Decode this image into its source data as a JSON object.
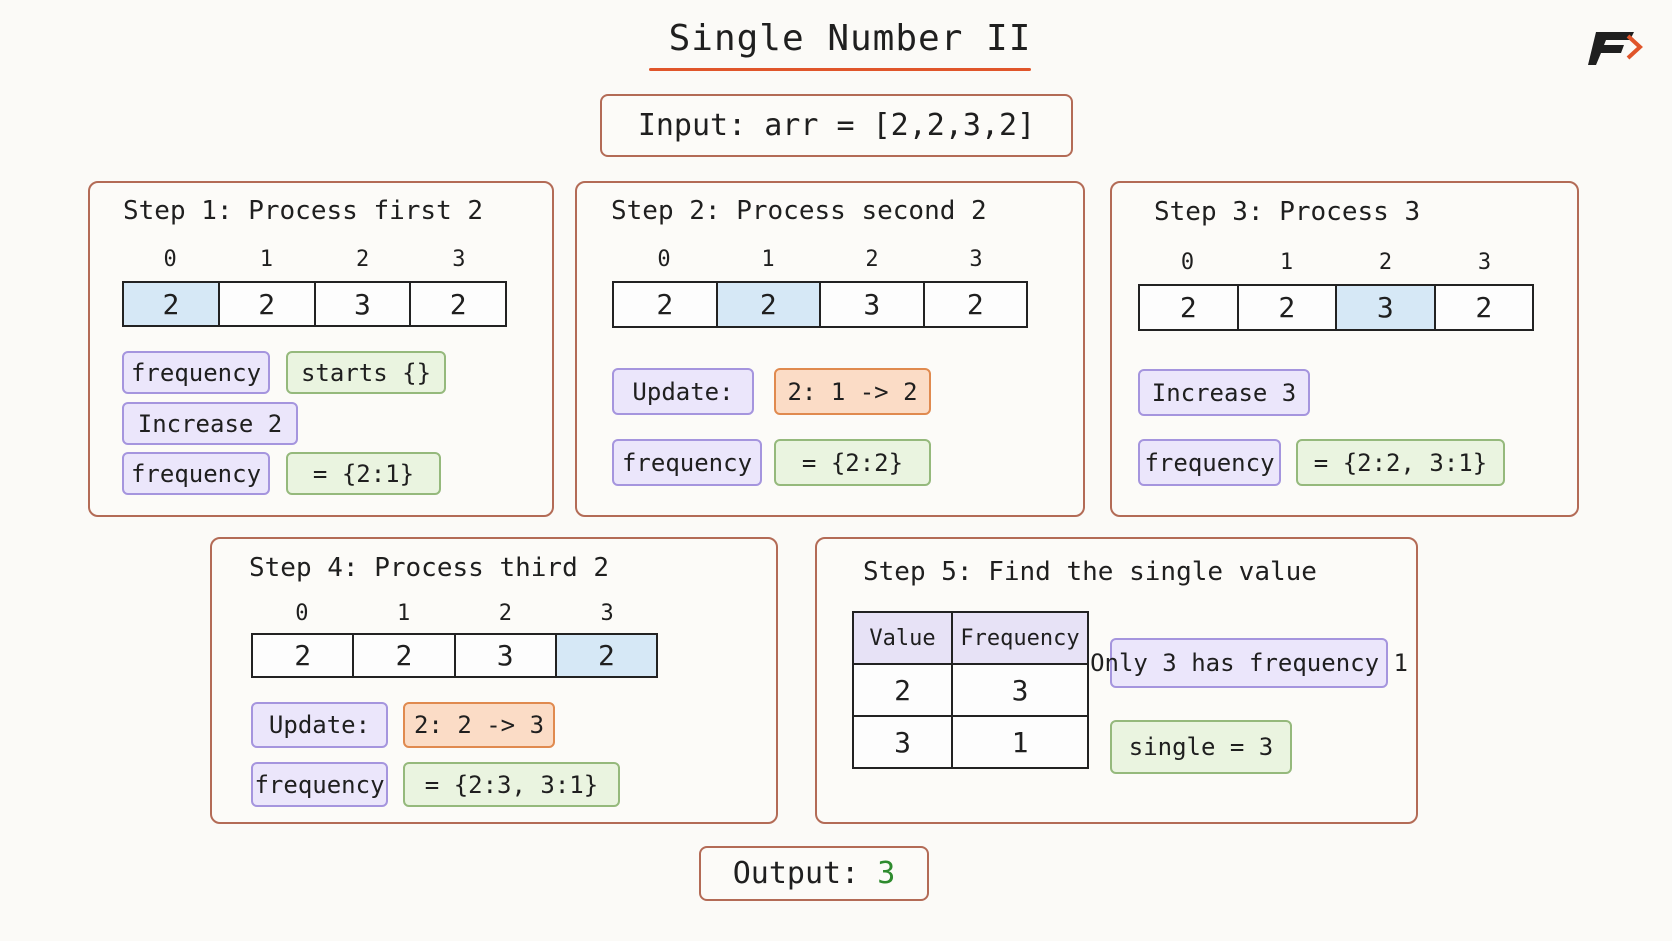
{
  "title": "Single Number II",
  "input_label": "Input: arr = [2,2,3,2]",
  "indices": [
    "0",
    "1",
    "2",
    "3"
  ],
  "array": [
    "2",
    "2",
    "3",
    "2"
  ],
  "steps": {
    "s1": {
      "title": "Step 1: Process first 2",
      "highlight": 0,
      "chips": [
        "frequency",
        "starts {}",
        "Increase 2",
        "frequency",
        "= {2:1}"
      ]
    },
    "s2": {
      "title": "Step 2: Process second 2",
      "highlight": 1,
      "chips": [
        "Update:",
        "2: 1 -> 2",
        "frequency",
        "= {2:2}"
      ]
    },
    "s3": {
      "title": "Step 3: Process 3",
      "highlight": 2,
      "chips": [
        "Increase 3",
        "frequency",
        "= {2:2, 3:1}"
      ]
    },
    "s4": {
      "title": "Step 4: Process third 2",
      "highlight": 3,
      "chips": [
        "Update:",
        "2: 2 -> 3",
        "frequency",
        "= {2:3, 3:1}"
      ]
    },
    "s5": {
      "title": "Step 5: Find the single value",
      "table_headers": [
        "Value",
        "Frequency"
      ],
      "table_rows": [
        [
          "2",
          "3"
        ],
        [
          "3",
          "1"
        ]
      ],
      "chips": [
        "Only 3 has frequency 1",
        "single = 3"
      ]
    }
  },
  "output": {
    "label": "Output:",
    "value": "3"
  },
  "colors": {
    "accent": "#e0552a",
    "border": "#b36b56",
    "highlight": "#d6e8f6",
    "output_value": "#2e8b2e"
  },
  "icons": {
    "logo": "brand-logo-icon"
  }
}
